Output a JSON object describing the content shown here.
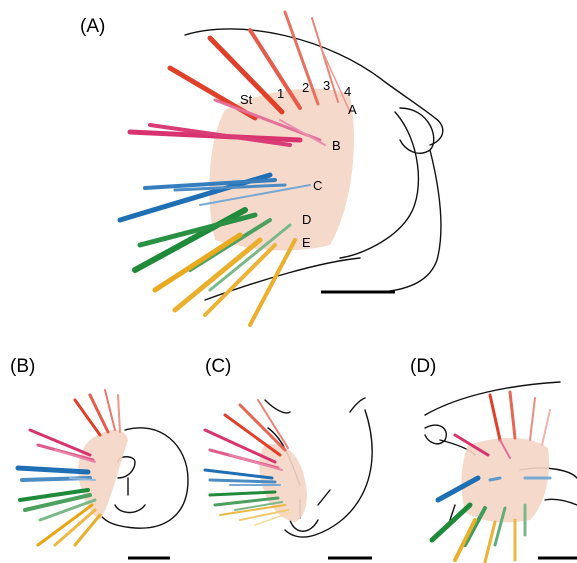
{
  "panels": [
    {
      "id": "A",
      "label": "(A)"
    },
    {
      "id": "B",
      "label": "(B)"
    },
    {
      "id": "C",
      "label": "(C)"
    },
    {
      "id": "D",
      "label": "(D)"
    }
  ],
  "arc_labels": {
    "straddler": "St",
    "columns": [
      "1",
      "2",
      "3",
      "4"
    ],
    "rows": [
      "A",
      "B",
      "C",
      "D",
      "E"
    ]
  },
  "row_colors": {
    "A": "#e0402a",
    "B": "#d8336f",
    "C": "#1f6fb5",
    "D": "#1f8a3a",
    "E": "#e8a614"
  }
}
